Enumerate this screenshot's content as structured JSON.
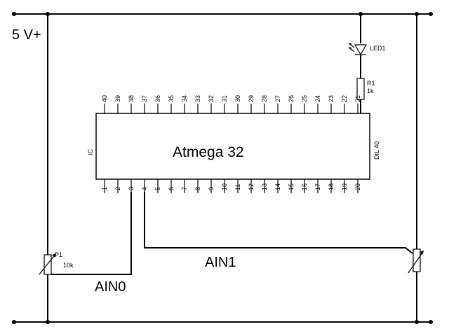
{
  "supply_label": "5 V+",
  "chip": {
    "name": "Atmega 32",
    "left_label": "IC",
    "right_label": "DIL 40",
    "top_pins": [
      "40",
      "39",
      "38",
      "37",
      "36",
      "35",
      "34",
      "33",
      "32",
      "31",
      "30",
      "29",
      "28",
      "27",
      "26",
      "25",
      "24",
      "23",
      "22",
      "21"
    ],
    "bottom_pins": [
      "1",
      "2",
      "3",
      "4",
      "5",
      "6",
      "7",
      "8",
      "9",
      "10",
      "11",
      "12",
      "13",
      "14",
      "15",
      "16",
      "17",
      "18",
      "19",
      "20"
    ]
  },
  "led": {
    "ref": "LED1"
  },
  "resistor": {
    "ref": "R1",
    "value": "1k"
  },
  "pot_left": {
    "ref": "P1",
    "value": "10k"
  },
  "net_ain0": "AIN0",
  "net_ain1": "AIN1"
}
